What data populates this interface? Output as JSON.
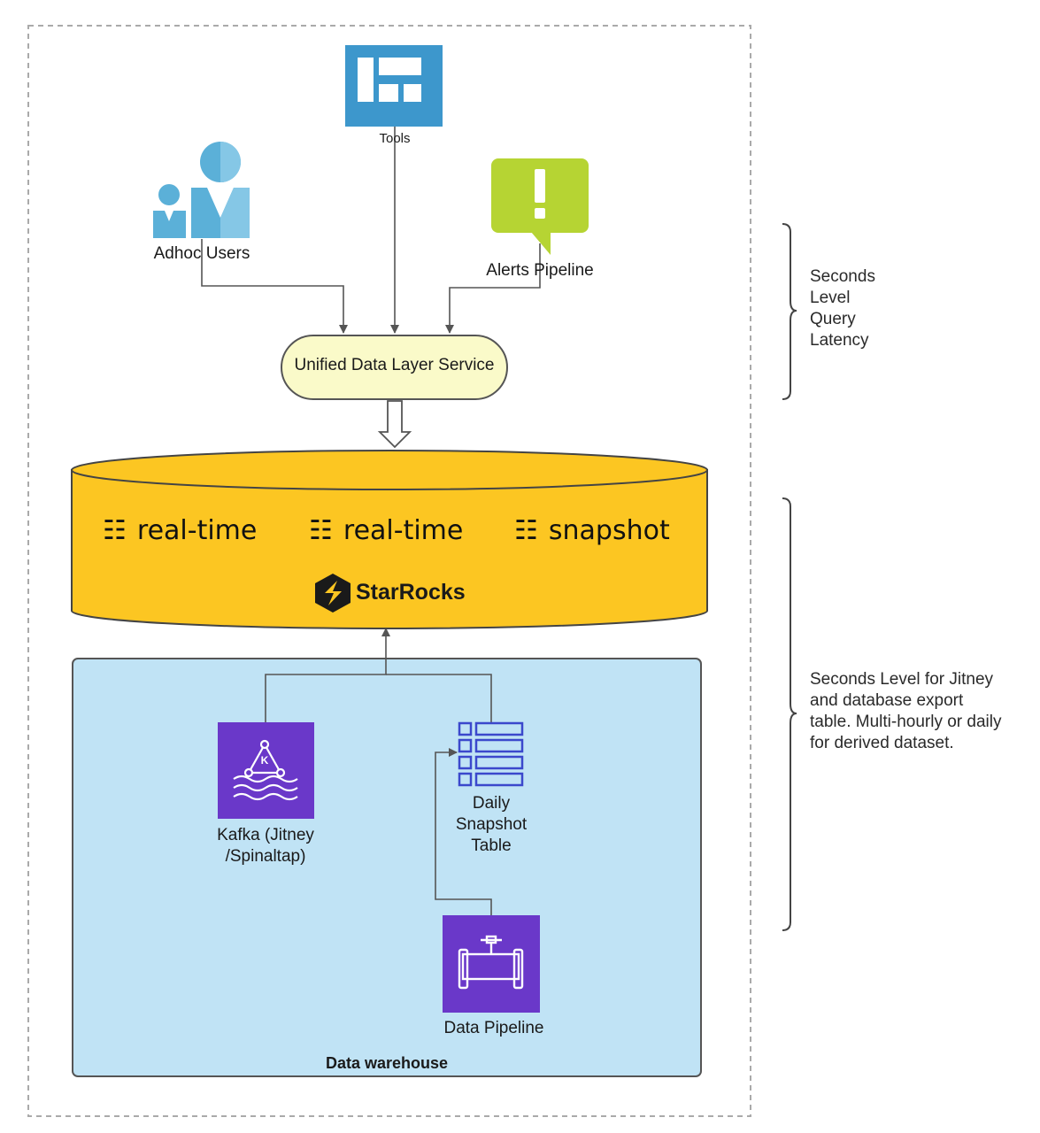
{
  "nodes": {
    "tools": "Tools",
    "adhoc_users": "Adhoc Users",
    "alerts_pipeline": "Alerts Pipeline",
    "unified_service": "Unified Data Layer Service",
    "kafka_line1": "Kafka (Jitney",
    "kafka_line2": "/Spinaltap)",
    "snapshot_line1": "Daily",
    "snapshot_line2": "Snapshot",
    "snapshot_line3": "Table",
    "data_pipeline": "Data Pipeline"
  },
  "database": {
    "tables": [
      "real-time",
      "real-time",
      "snapshot"
    ],
    "brand": "StarRocks"
  },
  "container": {
    "title": "Data warehouse"
  },
  "side_notes": {
    "top": [
      "Seconds",
      "Level",
      "Query",
      "Latency"
    ],
    "bottom": [
      "Seconds Level for Jitney",
      "and database export",
      "table. Multi-hourly or daily",
      "for derived dataset."
    ]
  },
  "colors": {
    "tools_blue": "#3d97cc",
    "users_blue": "#5bb0d8",
    "alert_green": "#b6d433",
    "service_fill": "#fafac9",
    "db_fill": "#fcc622",
    "warehouse_fill": "#c0e3f5",
    "aws_purple": "#6a38c9",
    "table_icon_blue": "#3b48cc"
  }
}
